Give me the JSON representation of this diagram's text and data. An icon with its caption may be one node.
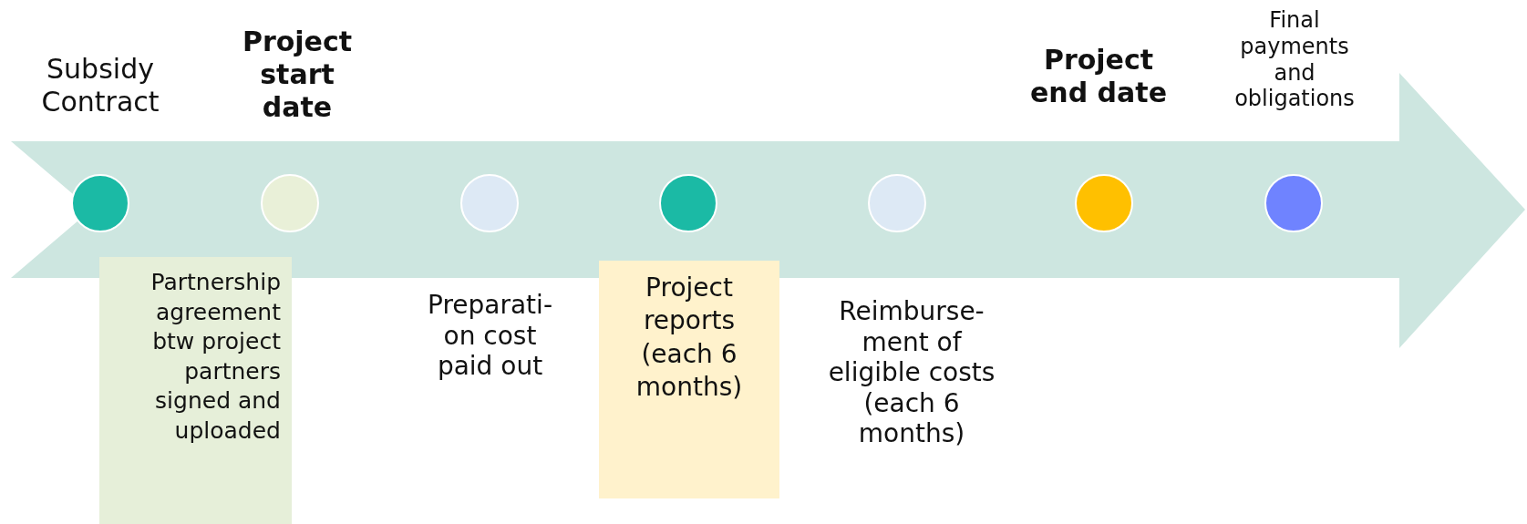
{
  "diagram": {
    "nodes": [
      {
        "text": [],
        "shape": "circle"
      },
      {
        "text": [],
        "shape": "circle"
      },
      {
        "text": [],
        "shape": "circle"
      },
      {
        "text": [],
        "shape": "circle"
      },
      {
        "text": [],
        "shape": "circle"
      },
      {
        "text": [],
        "shape": "circle"
      },
      {
        "text": [],
        "shape": "circle"
      },
      {
        "text": [
          "Partnership agreement btw project partners signed and uploaded"
        ]
      },
      {
        "text": [
          "Project reports (each 6 months)"
        ]
      }
    ],
    "edges": [],
    "labels": [
      "Subsidy Contract",
      "Project start date",
      "Preparati- on cost paid out",
      "Reimburse- ment of eligible costs (each 6 months)",
      "Project end date",
      "Final payments and obligations"
    ]
  }
}
